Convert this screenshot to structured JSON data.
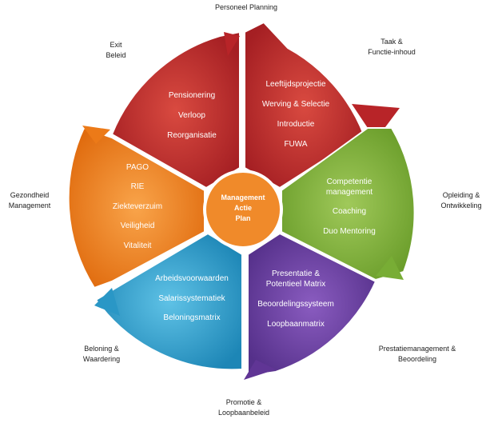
{
  "outer_labels": {
    "top": [
      "Personeel Planning"
    ],
    "top_right": [
      "Taak &",
      "Functie-inhoud"
    ],
    "right": [
      "Opleiding &",
      "Ontwikkeling"
    ],
    "bottom_right": [
      "Prestatiemanagement &",
      "Beoordeling"
    ],
    "bottom": [
      "Promotie &",
      "Loopbaanbeleid"
    ],
    "bottom_left": [
      "Beloning  &",
      "Waardering"
    ],
    "left": [
      "Gezondheid",
      "Management"
    ],
    "top_left": [
      "Exit",
      "Beleid"
    ]
  },
  "hub": [
    "Management",
    "Actie",
    "Plan"
  ],
  "segments": [
    {
      "name": "taak",
      "color": "#c0282b",
      "items": [
        "Leeftijdsprojectie",
        "Werving & Selectie",
        "Introductie",
        "FUWA"
      ]
    },
    {
      "name": "opleiding",
      "color": "#7fb23a",
      "items": [
        "Competentie",
        "management",
        "Coaching",
        "Duo Mentoring"
      ]
    },
    {
      "name": "prestatie",
      "color": "#6a3ea0",
      "items": [
        "Presentatie &",
        "Potentieel Matrix",
        "Beoordelingssysteem",
        "Loopbaanmatrix"
      ]
    },
    {
      "name": "beloning",
      "color": "#2ea0cf",
      "items": [
        "Arbeidsvoorwaarden",
        "Salarissystematiek",
        "Beloningsmatrix"
      ]
    },
    {
      "name": "gezondheid",
      "color": "#f0821d",
      "items": [
        "PAGO",
        "RIE",
        "Ziekteverzuim",
        "Veiligheid",
        "Vitaliteit"
      ]
    },
    {
      "name": "exit",
      "color": "#c0282b",
      "items": [
        "Pensionering",
        "Verloop",
        "Reorganisatie"
      ]
    }
  ],
  "hub_color": "#f0821d"
}
